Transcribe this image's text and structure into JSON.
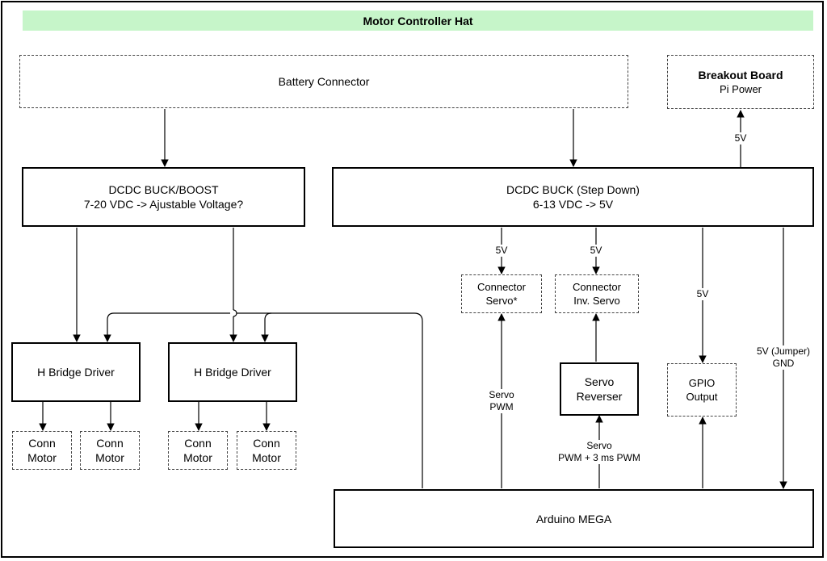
{
  "title": "Motor Controller Hat",
  "battery": {
    "label": "Battery Connector"
  },
  "breakout": {
    "title": "Breakout Board",
    "subtitle": "Pi Power"
  },
  "buck_boost": {
    "line1": "DCDC BUCK/BOOST",
    "line2": "7-20 VDC -> Ajustable Voltage?"
  },
  "buck": {
    "line1": "DCDC BUCK (Step Down)",
    "line2": "6-13 VDC -> 5V"
  },
  "hbridge_left": {
    "label": "H Bridge Driver"
  },
  "hbridge_right": {
    "label": "H Bridge Driver"
  },
  "conn_motor": {
    "line1": "Conn",
    "line2": "Motor"
  },
  "servo_connector": {
    "line1": "Connector",
    "line2": "Servo*"
  },
  "inv_servo_connector": {
    "line1": "Connector",
    "line2": "Inv. Servo"
  },
  "servo_reverser": {
    "line1": "Servo",
    "line2": "Reverser"
  },
  "gpio": {
    "line1": "GPIO",
    "line2": "Output"
  },
  "arduino": {
    "label": "Arduino MEGA"
  },
  "labels": {
    "pi_5v": "5V",
    "servo_5v": "5V",
    "inv_servo_5v": "5V",
    "gpio_5v": "5V",
    "jumper_line1": "5V (Jumper)",
    "jumper_line2": "GND",
    "servo_pwm_line1": "Servo",
    "servo_pwm_line2": "PWM",
    "reverser_pwm_line1": "Servo",
    "reverser_pwm_line2": "PWM + 3 ms PWM"
  }
}
